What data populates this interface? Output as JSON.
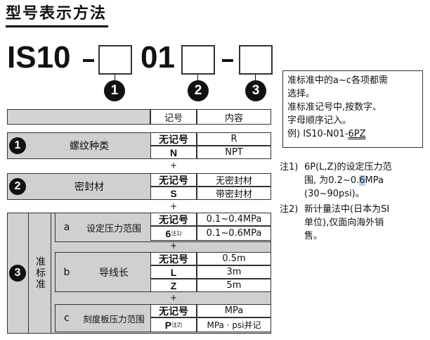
{
  "title": "型号表示方法",
  "model": {
    "prefix": "IS10",
    "dash1": "-",
    "mid": "01",
    "dash2": "-"
  },
  "markers": {
    "m1": "1",
    "m2": "2",
    "m3": "3"
  },
  "header": {
    "col_symbol": "记号",
    "col_content": "内容"
  },
  "plus": "+",
  "sections": {
    "s1": {
      "name": "螺纹种类",
      "rows": [
        {
          "symbol": "无记号",
          "content": "R"
        },
        {
          "symbol": "N",
          "content": "NPT"
        }
      ]
    },
    "s2": {
      "name": "密封材",
      "rows": [
        {
          "symbol": "无记号",
          "content": "无密封材"
        },
        {
          "symbol": "S",
          "content": "带密封材"
        }
      ]
    },
    "s3": {
      "label": "准标准",
      "a": {
        "letter": "a",
        "name": "设定压力范围",
        "rows": [
          {
            "symbol": "无记号",
            "content": "0.1~0.4MPa"
          },
          {
            "symbol": "6",
            "note": "注1)",
            "content": "0.1~0.6MPa"
          }
        ]
      },
      "b": {
        "letter": "b",
        "name": "导线长",
        "rows": [
          {
            "symbol": "无记号",
            "content": "0.5m"
          },
          {
            "symbol": "L",
            "content": "3m"
          },
          {
            "symbol": "Z",
            "content": "5m"
          }
        ]
      },
      "c": {
        "letter": "c",
        "name": "刻度板压力范围",
        "rows": [
          {
            "symbol": "无记号",
            "content": "MPa"
          },
          {
            "symbol": "P",
            "note": "注2)",
            "content": "MPa · psi并记"
          }
        ]
      }
    }
  },
  "infobox": {
    "line1": "准标准中的a~c各项都需",
    "line2": "选择。",
    "line3": "准标准记号中,按数字、",
    "line4": "字母顺序记入。",
    "example_prefix": "例) IS10-N01-",
    "example_underlined": "6PZ"
  },
  "notes": {
    "n1_label": "注1)",
    "n1_line1": "6P(L,Z)的设定压力范",
    "n1_line2_a": "围, 为0.2~0.",
    "n1_line2_hl": "6",
    "n1_line2_b": "MPa",
    "n1_line3": "(30~90psi)。",
    "n2_label": "注2)",
    "n2_line1": "新计量法中(日本为SI",
    "n2_line2": "单位),仅面向海外销",
    "n2_line3": "售。"
  }
}
